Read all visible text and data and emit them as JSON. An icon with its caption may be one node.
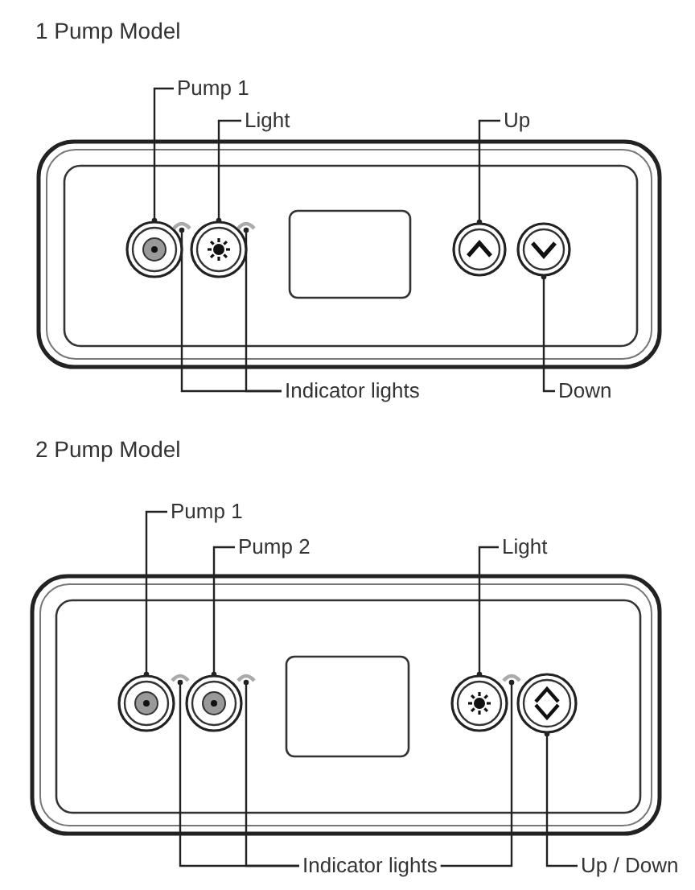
{
  "diagram": {
    "nodes": [
      {
        "text": [
          "Pump 1"
        ]
      },
      {
        "text": [
          "Light"
        ]
      },
      {
        "text": [
          "Up"
        ]
      },
      {
        "text": [],
        "shape": "circle"
      },
      {
        "text": [],
        "shape": "circle"
      },
      {
        "text": [],
        "shape": "circle"
      },
      {
        "text": [],
        "shape": "circle"
      },
      {
        "text": [],
        "shape": "circle"
      },
      {
        "text": [],
        "shape": "circle"
      },
      {
        "text": [
          "Indicator lights"
        ]
      },
      {
        "text": [
          "Down"
        ]
      },
      {
        "text": [
          "Pump 1"
        ]
      },
      {
        "text": [
          "Pump 2"
        ]
      },
      {
        "text": [
          "Light"
        ]
      },
      {
        "text": [],
        "shape": "circle"
      },
      {
        "text": [],
        "shape": "circle"
      },
      {
        "text": [],
        "shape": "circle"
      },
      {
        "text": [],
        "shape": "circle"
      },
      {
        "text": [],
        "shape": "circle"
      },
      {
        "text": [],
        "shape": "circle"
      },
      {
        "text": [],
        "shape": "circle"
      },
      {
        "text": [
          "Indicator lights"
        ]
      },
      {
        "text": [
          "Up / Down"
        ]
      }
    ],
    "edges": [
      {
        "from": 0,
        "to": 3,
        "arrow": "other"
      },
      {
        "from": 1,
        "to": 4,
        "arrow": "other"
      },
      {
        "from": 2,
        "to": 5,
        "arrow": "other"
      },
      {
        "from": 10,
        "to": 6,
        "arrow": "other"
      },
      {
        "from": 9,
        "to": 7,
        "arrow": "other"
      },
      {
        "from": 9,
        "to": 8,
        "arrow": "other"
      },
      {
        "from": 11,
        "to": 14,
        "arrow": "other"
      },
      {
        "from": 12,
        "to": 15,
        "arrow": "other"
      },
      {
        "from": 13,
        "to": 16,
        "arrow": "other"
      },
      {
        "from": 22,
        "to": 17,
        "arrow": "other"
      },
      {
        "from": 21,
        "to": 18,
        "arrow": "other"
      },
      {
        "from": 21,
        "to": 19,
        "arrow": "other"
      },
      {
        "from": 21,
        "to": 20,
        "arrow": "other"
      }
    ],
    "labels": [
      "1 Pump Model",
      "2 Pump Model"
    ]
  }
}
